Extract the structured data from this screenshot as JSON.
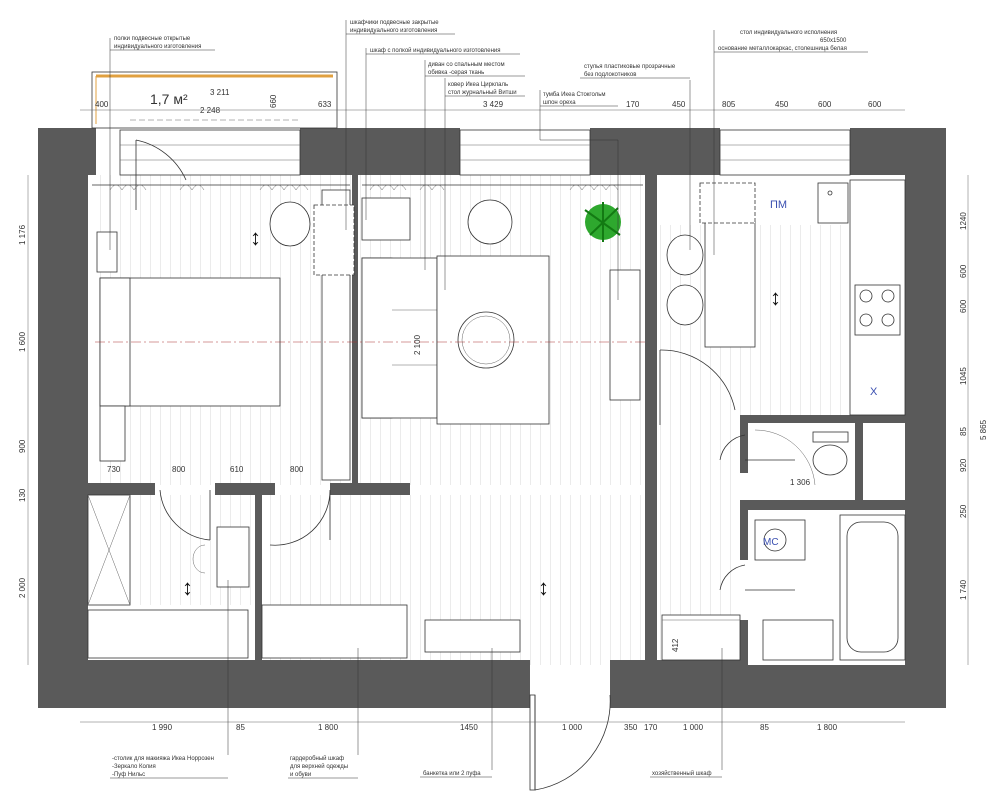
{
  "balcony": {
    "area": "1,7 м²",
    "width": "3 211",
    "inner": "2 248",
    "depth": "660"
  },
  "top_dims": [
    "400",
    "633",
    "3 429",
    "170",
    "450",
    "805",
    "450",
    "600",
    "600"
  ],
  "bottom_dims": [
    "1 990",
    "85",
    "1 800",
    "1450",
    "1 000",
    "350",
    "170",
    "1 000",
    "85",
    "1 800"
  ],
  "left_dims": [
    "1 176",
    "1 600",
    "900",
    "130",
    "2 000"
  ],
  "right_dims": [
    "1240",
    "600",
    "600",
    "1045",
    "85",
    "920",
    "250",
    "1 740"
  ],
  "right_total": "5 865",
  "inner_dims": {
    "bed_row": [
      "730",
      "800",
      "610",
      "800"
    ],
    "sofa_len": "2 100",
    "bath_width": "1 306",
    "pantry": "412"
  },
  "labels": {
    "pm": "ПМ",
    "mc": "МС",
    "x": "Х"
  },
  "notes": {
    "shelves": [
      "полки подвесные открытые",
      "индивидуального изготовления"
    ],
    "cabinets": [
      "шкафчики подвесные закрытые",
      "индивидуального изготовления"
    ],
    "wardrobe": "шкаф с полкой индивидуального изготовления",
    "sofa": [
      "диван со спальным местом",
      "обивка -серая ткань"
    ],
    "rug": [
      "ковер Икеа Цирклаль",
      "стол журнальный Витши"
    ],
    "tv": [
      "тумба Икеа Стокгольм",
      "шпон ореха"
    ],
    "chairs": [
      "стулья пластиковые прозрачные",
      "без подлокотников"
    ],
    "table": [
      "стол индивидуального исполнения",
      "650х1500",
      "основание металлокаркас, столешница белая"
    ],
    "vanity": [
      "-столик для макияжа Икеа Норрозен",
      "-Зеркало Колия",
      "-Пуф Нильс"
    ],
    "closet": [
      "гардеробный шкаф",
      "для верхней одежды",
      "и обуви"
    ],
    "bench": "банкетка или 2 пуфа",
    "utility": "хозяйственный шкаф"
  }
}
